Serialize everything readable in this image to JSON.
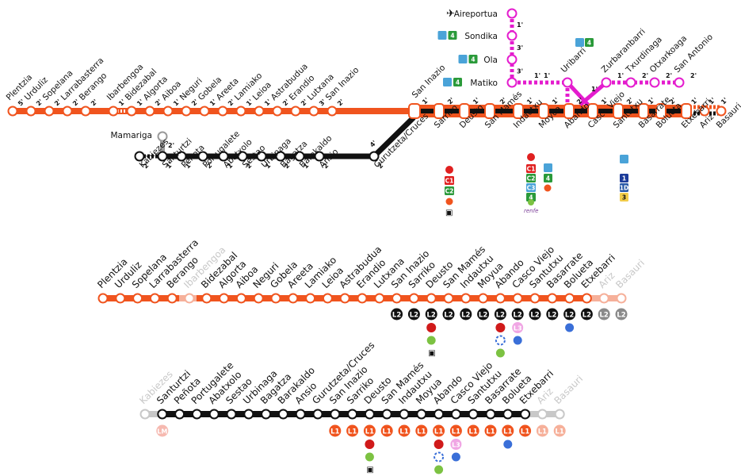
{
  "colors": {
    "orange": "#f0541e",
    "black": "#111111",
    "magenta": "#e41cce",
    "grey": "#999999",
    "pale_orange": "#f6b09a",
    "pale_grey": "#c8c8c8",
    "green_badge": "#2a9a3a",
    "metro_blue": "#4aa3d8",
    "tram_green": "#7cc242",
    "renfe_purple": "#7b3f98",
    "bus_blue": "#3a6fd8"
  },
  "diagram1": {
    "orange_line_stations": [
      "Plentzia",
      "Urduliz",
      "Sopelana",
      "Larrabasterra",
      "Berango",
      "Ibarbengoa",
      "Bidezabal",
      "Algorta",
      "Aiboa",
      "Neguri",
      "Gobela",
      "Areeta",
      "Lamiako",
      "Leioa",
      "Astrabudua",
      "Erandio",
      "Lutxana",
      "San Inazio"
    ],
    "orange_line_times": [
      "5'",
      "2'",
      "2'",
      "2'",
      "2'",
      "1'",
      "1'",
      "2'",
      "1'",
      "2'",
      "1'",
      "2'",
      "1'",
      "1'",
      "2'",
      "2'",
      "3'",
      "2'"
    ],
    "trunk_stations": [
      "Sarriko",
      "Deusto",
      "San Mamés",
      "Indautxu",
      "Moyua",
      "Abando",
      "Casco Viejo",
      "Santutxu",
      "Basarrate",
      "Bolueta",
      "Etxebarri",
      "Ariz",
      "Basauri"
    ],
    "trunk_times": [
      "1'",
      "2'",
      "1'",
      "2'",
      "1'",
      "1'",
      "2'",
      "1'",
      "2'",
      "1'",
      "2'",
      "1'",
      "1'",
      "1'"
    ],
    "black_line_stations": [
      "Kabiezes",
      "Santurtzi",
      "Peñota",
      "Portugalete",
      "Abatxolo",
      "Sestao",
      "Urbinaga",
      "Bagatza",
      "Barakaldo",
      "Ansio",
      "Gurutzeta/Cruces"
    ],
    "black_line_times": [
      "2'",
      "1'",
      "1'",
      "2'",
      "1'",
      "2'",
      "1'",
      "2'",
      "1'",
      "2'",
      "2'"
    ],
    "branch_time": "4'",
    "mamariga": {
      "label": "Mamariga",
      "time": "2'"
    },
    "airport_branch": {
      "stations": [
        "Aireportua",
        "Sondika",
        "Ola",
        "Matiko"
      ],
      "times": [
        "1'",
        "3'",
        "3'"
      ],
      "badge_number": "4",
      "airport_icon": "airplane-icon"
    },
    "uribarri": {
      "label": "Uribarri",
      "badge_number": "4",
      "time": "1'"
    },
    "line3_branch": {
      "stations": [
        "Zurbaranbarri",
        "Txurdinaga",
        "Otxarkoaga",
        "San Antonio"
      ],
      "times": [
        "1'",
        "2'",
        "2'",
        "2'"
      ],
      "link_time": "1'",
      "matiko_time": "1'"
    },
    "deusto_icons": [
      "euskotren-icon",
      "c1-badge",
      "c2-badge",
      "tram-icon",
      "bus-icon"
    ],
    "deusto_badges": [
      "C1",
      "C2"
    ],
    "abando_badges": [
      "C1",
      "C2",
      "C3",
      "4"
    ],
    "abando_renfe": "renfe",
    "bolueta_badges": [
      "1",
      "1D",
      "3"
    ]
  },
  "diagram2": {
    "stations": [
      "Plentzia",
      "Urduliz",
      "Sopelana",
      "Larrabasterra",
      "Berango",
      "Ibarbengoa",
      "Bidezabal",
      "Algorta",
      "Aiboa",
      "Neguri",
      "Gobela",
      "Areeta",
      "Lamiako",
      "Leioa",
      "Astrabudua",
      "Erandio",
      "Lutxana",
      "San Inazio",
      "Sarriko",
      "Deusto",
      "San Mamés",
      "Indautxu",
      "Moyua",
      "Abando",
      "Casco Viejo",
      "Santutxu",
      "Basarrate",
      "Bolueta",
      "Etxebarri",
      "Ariz",
      "Basauri"
    ],
    "faded_stations": [
      "Ibarbengoa",
      "Ariz",
      "Basauri"
    ],
    "l2_badge": "L2",
    "l3_badge": "L3"
  },
  "diagram3": {
    "stations": [
      "Kabiezes",
      "Santurtzi",
      "Peñota",
      "Portugalete",
      "Abatxolo",
      "Sestao",
      "Urbinaga",
      "Bagatza",
      "Barakaldo",
      "Ansio",
      "Gurutzeta/Cruces",
      "San Inazio",
      "Sarriko",
      "Deusto",
      "San Mamés",
      "Indautxu",
      "Moyua",
      "Abando",
      "Casco Viejo",
      "Santutxu",
      "Basarrate",
      "Bolueta",
      "Etxebarri",
      "Ariz",
      "Basauri"
    ],
    "faded_stations": [
      "Kabiezes",
      "Ariz",
      "Basauri"
    ],
    "l1_badge": "L1",
    "lm_badge": "LM",
    "l3_badge": "L3"
  }
}
